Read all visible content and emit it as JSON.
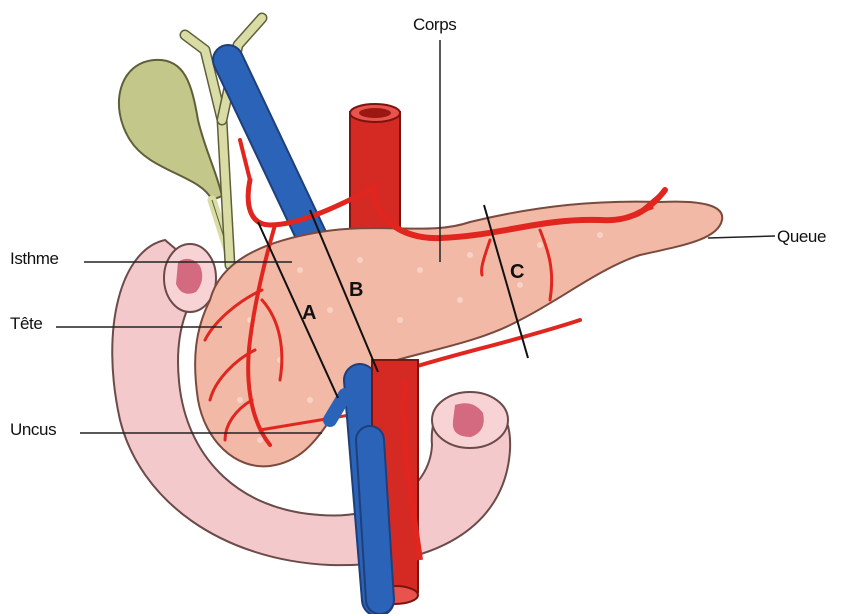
{
  "labels": {
    "corps": "Corps",
    "isthme": "Isthme",
    "tete": "Tête",
    "uncus": "Uncus",
    "queue": "Queue"
  },
  "sections": {
    "a": "A",
    "b": "B",
    "c": "C"
  },
  "colors": {
    "duodenum": "#f4c9cc",
    "pancreas": "#f2b9a6",
    "artery": "#e0261f",
    "vein": "#2a63b8",
    "gallbladder": "#c4c78a",
    "bile_duct": "#d9dca4"
  }
}
